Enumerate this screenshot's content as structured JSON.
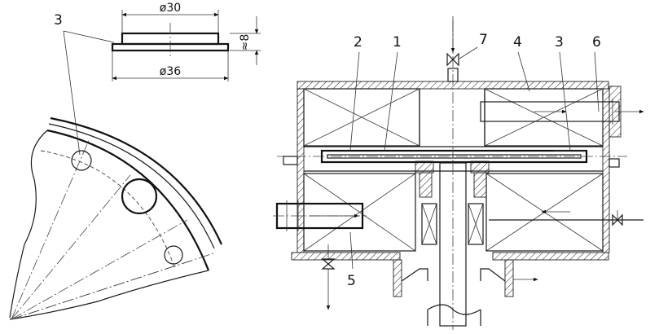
{
  "dimensions": {
    "top_diameter": "ø30",
    "bottom_diameter": "ø36",
    "height": "≈8"
  },
  "callouts": {
    "label_1": "1",
    "label_2": "2",
    "label_3_left": "3",
    "label_3_right": "3",
    "label_4": "4",
    "label_5": "5",
    "label_6": "6",
    "label_7": "7"
  },
  "colors": {
    "line": "#1a1a1a",
    "background": "#ffffff"
  }
}
